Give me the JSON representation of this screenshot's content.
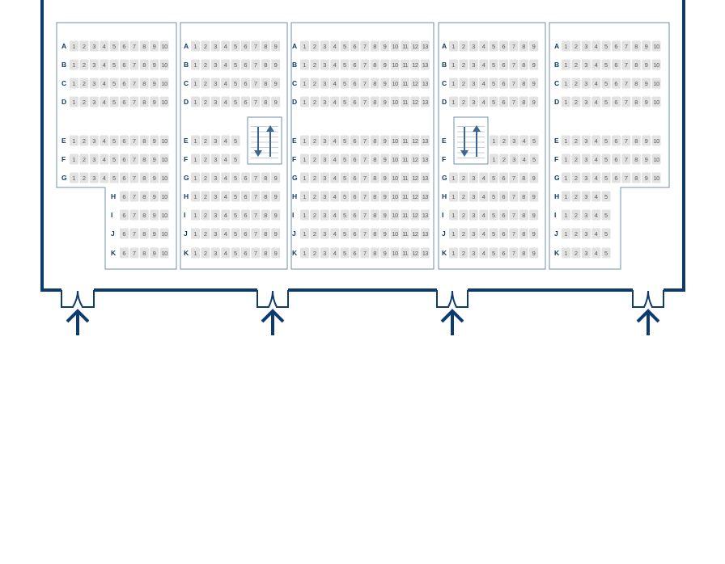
{
  "accent_color": "#0d3b70",
  "seat_color": "#e2e2e2",
  "entrance_icon": "up-arrow-icon",
  "stairs_icon": "stairs-up-down-icon",
  "sections": [
    {
      "id": "section-1",
      "rows": [
        {
          "label": "A",
          "seats": [
            "1",
            "2",
            "3",
            "4",
            "5",
            "6",
            "7",
            "8",
            "9",
            "10"
          ]
        },
        {
          "label": "B",
          "seats": [
            "1",
            "2",
            "3",
            "4",
            "5",
            "6",
            "7",
            "8",
            "9",
            "10"
          ]
        },
        {
          "label": "C",
          "seats": [
            "1",
            "2",
            "3",
            "4",
            "5",
            "6",
            "7",
            "8",
            "9",
            "10"
          ]
        },
        {
          "label": "D",
          "seats": [
            "1",
            "2",
            "3",
            "4",
            "5",
            "6",
            "7",
            "8",
            "9",
            "10"
          ]
        },
        {
          "label": "E",
          "seats": [
            "1",
            "2",
            "3",
            "4",
            "5",
            "6",
            "7",
            "8",
            "9",
            "10"
          ]
        },
        {
          "label": "F",
          "seats": [
            "1",
            "2",
            "3",
            "4",
            "5",
            "6",
            "7",
            "8",
            "9",
            "10"
          ]
        },
        {
          "label": "G",
          "seats": [
            "1",
            "2",
            "3",
            "4",
            "5",
            "6",
            "7",
            "8",
            "9",
            "10"
          ]
        },
        {
          "label": "H",
          "seats": [
            "6",
            "7",
            "8",
            "9",
            "10"
          ]
        },
        {
          "label": "I",
          "seats": [
            "6",
            "7",
            "8",
            "9",
            "10"
          ]
        },
        {
          "label": "J",
          "seats": [
            "6",
            "7",
            "8",
            "9",
            "10"
          ]
        },
        {
          "label": "K",
          "seats": [
            "6",
            "7",
            "8",
            "9",
            "10"
          ]
        }
      ]
    },
    {
      "id": "section-2",
      "rows": [
        {
          "label": "A",
          "seats": [
            "1",
            "2",
            "3",
            "4",
            "5",
            "6",
            "7",
            "8",
            "9"
          ]
        },
        {
          "label": "B",
          "seats": [
            "1",
            "2",
            "3",
            "4",
            "5",
            "6",
            "7",
            "8",
            "9"
          ]
        },
        {
          "label": "C",
          "seats": [
            "1",
            "2",
            "3",
            "4",
            "5",
            "6",
            "7",
            "8",
            "9"
          ]
        },
        {
          "label": "D",
          "seats": [
            "1",
            "2",
            "3",
            "4",
            "5",
            "6",
            "7",
            "8",
            "9"
          ]
        },
        {
          "label": "E",
          "seats": [
            "1",
            "2",
            "3",
            "4",
            "5"
          ]
        },
        {
          "label": "F",
          "seats": [
            "1",
            "2",
            "3",
            "4",
            "5"
          ]
        },
        {
          "label": "G",
          "seats": [
            "1",
            "2",
            "3",
            "4",
            "5",
            "6",
            "7",
            "8",
            "9"
          ]
        },
        {
          "label": "H",
          "seats": [
            "1",
            "2",
            "3",
            "4",
            "5",
            "6",
            "7",
            "8",
            "9"
          ]
        },
        {
          "label": "I",
          "seats": [
            "1",
            "2",
            "3",
            "4",
            "5",
            "6",
            "7",
            "8",
            "9"
          ]
        },
        {
          "label": "J",
          "seats": [
            "1",
            "2",
            "3",
            "4",
            "5",
            "6",
            "7",
            "8",
            "9"
          ]
        },
        {
          "label": "K",
          "seats": [
            "1",
            "2",
            "3",
            "4",
            "5",
            "6",
            "7",
            "8",
            "9"
          ]
        }
      ]
    },
    {
      "id": "section-3",
      "rows": [
        {
          "label": "A",
          "seats": [
            "1",
            "2",
            "3",
            "4",
            "5",
            "6",
            "7",
            "8",
            "9",
            "10",
            "11",
            "12",
            "13"
          ]
        },
        {
          "label": "B",
          "seats": [
            "1",
            "2",
            "3",
            "4",
            "5",
            "6",
            "7",
            "8",
            "9",
            "10",
            "11",
            "12",
            "13"
          ]
        },
        {
          "label": "C",
          "seats": [
            "1",
            "2",
            "3",
            "4",
            "5",
            "6",
            "7",
            "8",
            "9",
            "10",
            "11",
            "12",
            "13"
          ]
        },
        {
          "label": "D",
          "seats": [
            "1",
            "2",
            "3",
            "4",
            "5",
            "6",
            "7",
            "8",
            "9",
            "10",
            "11",
            "12",
            "13"
          ]
        },
        {
          "label": "E",
          "seats": [
            "1",
            "2",
            "3",
            "4",
            "5",
            "6",
            "7",
            "8",
            "9",
            "10",
            "11",
            "12",
            "13"
          ]
        },
        {
          "label": "F",
          "seats": [
            "1",
            "2",
            "3",
            "4",
            "5",
            "6",
            "7",
            "8",
            "9",
            "10",
            "11",
            "12",
            "13"
          ]
        },
        {
          "label": "G",
          "seats": [
            "1",
            "2",
            "3",
            "4",
            "5",
            "6",
            "7",
            "8",
            "9",
            "10",
            "11",
            "12",
            "13"
          ]
        },
        {
          "label": "H",
          "seats": [
            "1",
            "2",
            "3",
            "4",
            "5",
            "6",
            "7",
            "8",
            "9",
            "10",
            "11",
            "12",
            "13"
          ]
        },
        {
          "label": "I",
          "seats": [
            "1",
            "2",
            "3",
            "4",
            "5",
            "6",
            "7",
            "8",
            "9",
            "10",
            "11",
            "12",
            "13"
          ]
        },
        {
          "label": "J",
          "seats": [
            "1",
            "2",
            "3",
            "4",
            "5",
            "6",
            "7",
            "8",
            "9",
            "10",
            "11",
            "12",
            "13"
          ]
        },
        {
          "label": "K",
          "seats": [
            "1",
            "2",
            "3",
            "4",
            "5",
            "6",
            "7",
            "8",
            "9",
            "10",
            "11",
            "12",
            "13"
          ]
        }
      ]
    },
    {
      "id": "section-4",
      "rows": [
        {
          "label": "A",
          "seats": [
            "1",
            "2",
            "3",
            "4",
            "5",
            "6",
            "7",
            "8",
            "9"
          ]
        },
        {
          "label": "B",
          "seats": [
            "1",
            "2",
            "3",
            "4",
            "5",
            "6",
            "7",
            "8",
            "9"
          ]
        },
        {
          "label": "C",
          "seats": [
            "1",
            "2",
            "3",
            "4",
            "5",
            "6",
            "7",
            "8",
            "9"
          ]
        },
        {
          "label": "D",
          "seats": [
            "1",
            "2",
            "3",
            "4",
            "5",
            "6",
            "7",
            "8",
            "9"
          ]
        },
        {
          "label": "E",
          "seats": [
            "1",
            "2",
            "3",
            "4",
            "5"
          ]
        },
        {
          "label": "F",
          "seats": [
            "1",
            "2",
            "3",
            "4",
            "5"
          ]
        },
        {
          "label": "G",
          "seats": [
            "1",
            "2",
            "3",
            "4",
            "5",
            "6",
            "7",
            "8",
            "9"
          ]
        },
        {
          "label": "H",
          "seats": [
            "1",
            "2",
            "3",
            "4",
            "5",
            "6",
            "7",
            "8",
            "9"
          ]
        },
        {
          "label": "I",
          "seats": [
            "1",
            "2",
            "3",
            "4",
            "5",
            "6",
            "7",
            "8",
            "9"
          ]
        },
        {
          "label": "J",
          "seats": [
            "1",
            "2",
            "3",
            "4",
            "5",
            "6",
            "7",
            "8",
            "9"
          ]
        },
        {
          "label": "K",
          "seats": [
            "1",
            "2",
            "3",
            "4",
            "5",
            "6",
            "7",
            "8",
            "9"
          ]
        }
      ]
    },
    {
      "id": "section-5",
      "rows": [
        {
          "label": "A",
          "seats": [
            "1",
            "2",
            "3",
            "4",
            "5",
            "6",
            "7",
            "8",
            "9",
            "10"
          ]
        },
        {
          "label": "B",
          "seats": [
            "1",
            "2",
            "3",
            "4",
            "5",
            "6",
            "7",
            "8",
            "9",
            "10"
          ]
        },
        {
          "label": "C",
          "seats": [
            "1",
            "2",
            "3",
            "4",
            "5",
            "6",
            "7",
            "8",
            "9",
            "10"
          ]
        },
        {
          "label": "D",
          "seats": [
            "1",
            "2",
            "3",
            "4",
            "5",
            "6",
            "7",
            "8",
            "9",
            "10"
          ]
        },
        {
          "label": "E",
          "seats": [
            "1",
            "2",
            "3",
            "4",
            "5",
            "6",
            "7",
            "8",
            "9",
            "10"
          ]
        },
        {
          "label": "F",
          "seats": [
            "1",
            "2",
            "3",
            "4",
            "5",
            "6",
            "7",
            "8",
            "9",
            "10"
          ]
        },
        {
          "label": "G",
          "seats": [
            "1",
            "2",
            "3",
            "4",
            "5",
            "6",
            "7",
            "8",
            "9",
            "10"
          ]
        },
        {
          "label": "H",
          "seats": [
            "1",
            "2",
            "3",
            "4",
            "5"
          ]
        },
        {
          "label": "I",
          "seats": [
            "1",
            "2",
            "3",
            "4",
            "5"
          ]
        },
        {
          "label": "J",
          "seats": [
            "1",
            "2",
            "3",
            "4",
            "5"
          ]
        },
        {
          "label": "K",
          "seats": [
            "1",
            "2",
            "3",
            "4",
            "5"
          ]
        }
      ]
    }
  ]
}
